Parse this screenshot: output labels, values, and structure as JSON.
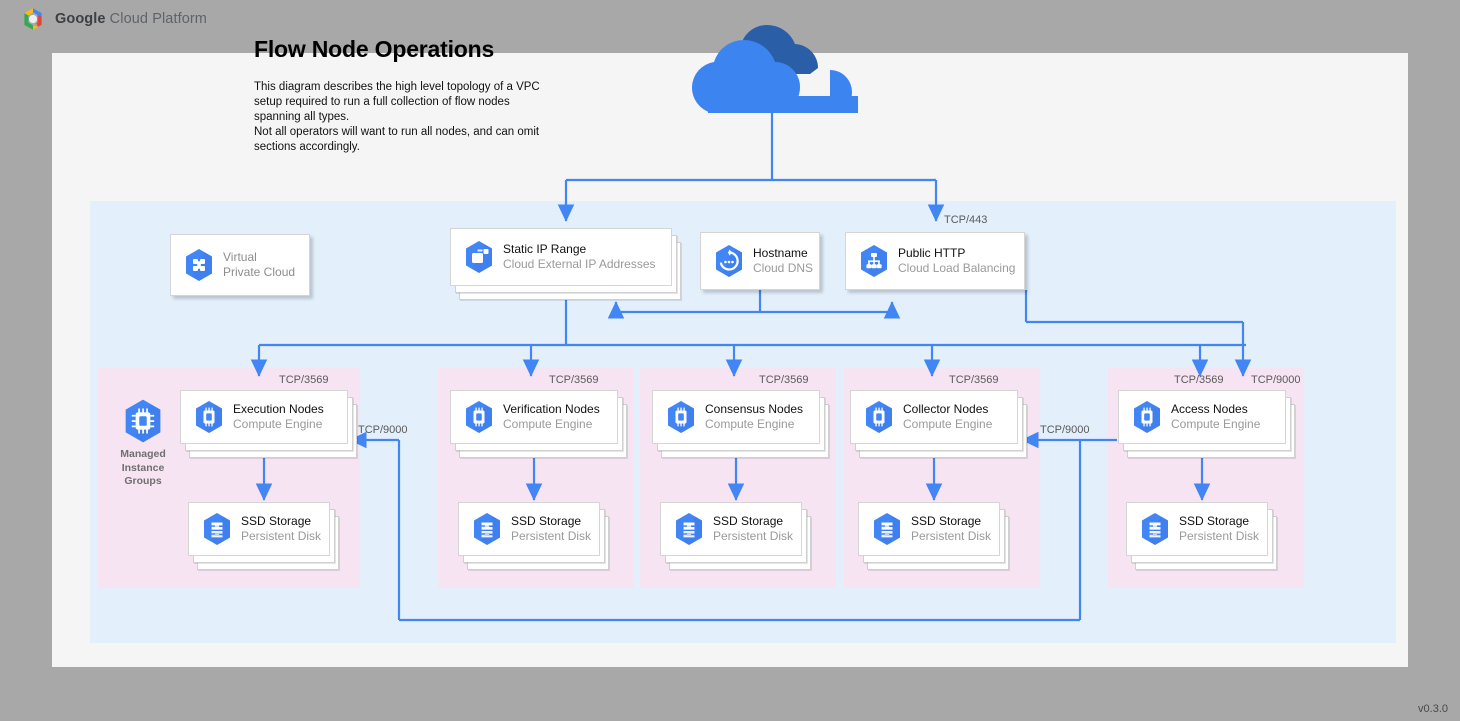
{
  "header": {
    "brand_bold": "Google",
    "brand_rest": " Cloud Platform",
    "logo_icon": "gcp-hexagon-logo"
  },
  "diagram": {
    "title": "Flow Node Operations",
    "description": "This diagram describes the high level topology of a VPC setup required to run a full collection of flow nodes spanning all types.\nNot all operators will want to run all nodes, and can omit sections accordingly.",
    "version": "v0.3.0",
    "internet_cloud_icon": "cloud-icon"
  },
  "colors": {
    "canvas": "#f5f5f5",
    "page_background": "#a8a8a8",
    "vpc_region": "#e3f0fc",
    "node_group": "#f7e4f3",
    "connector": "#4285f4",
    "gcp_icon_blue": "#4285f4",
    "primary_text": "#111111",
    "secondary_text": "#9a9a9a"
  },
  "top_row": [
    {
      "title": "Virtual",
      "title2": "Private Cloud",
      "subtitle": "",
      "icon": "virtual-private-cloud-icon",
      "muted": true
    },
    {
      "title": "Static IP Range",
      "subtitle": "Cloud External IP Addresses",
      "icon": "external-ip-icon",
      "muted": false
    },
    {
      "title": "Hostname",
      "subtitle": "Cloud DNS",
      "icon": "cloud-dns-icon",
      "muted": false
    },
    {
      "title": "Public HTTP",
      "subtitle": "Cloud Load Balancing",
      "icon": "cloud-load-balancing-icon",
      "muted": false
    }
  ],
  "managed_instance_groups": {
    "label": "Managed\nInstance\nGroups",
    "icon": "compute-engine-icon"
  },
  "node_groups": [
    {
      "node": {
        "title": "Execution Nodes",
        "subtitle": "Compute Engine",
        "icon": "compute-engine-icon"
      },
      "storage": {
        "title": "SSD Storage",
        "subtitle": "Persistent Disk",
        "icon": "persistent-disk-icon"
      },
      "ingress_port": "TCP/3569"
    },
    {
      "node": {
        "title": "Verification Nodes",
        "subtitle": "Compute Engine",
        "icon": "compute-engine-icon"
      },
      "storage": {
        "title": "SSD Storage",
        "subtitle": "Persistent Disk",
        "icon": "persistent-disk-icon"
      },
      "ingress_port": "TCP/3569"
    },
    {
      "node": {
        "title": "Consensus Nodes",
        "subtitle": "Compute Engine",
        "icon": "compute-engine-icon"
      },
      "storage": {
        "title": "SSD Storage",
        "subtitle": "Persistent Disk",
        "icon": "persistent-disk-icon"
      },
      "ingress_port": "TCP/3569"
    },
    {
      "node": {
        "title": "Collector Nodes",
        "subtitle": "Compute Engine",
        "icon": "compute-engine-icon"
      },
      "storage": {
        "title": "SSD Storage",
        "subtitle": "Persistent Disk",
        "icon": "persistent-disk-icon"
      },
      "ingress_port": "TCP/3569"
    },
    {
      "node": {
        "title": "Access Nodes",
        "subtitle": "Compute Engine",
        "icon": "compute-engine-icon"
      },
      "storage": {
        "title": "SSD Storage",
        "subtitle": "Persistent Disk",
        "icon": "persistent-disk-icon"
      },
      "ingress_port": "TCP/3569"
    }
  ],
  "edge_labels": {
    "lb_https": "TCP/443",
    "access_extra": "TCP/9000",
    "access_to_collector": "TCP/9000",
    "collector_to_execution": "TCP/9000"
  }
}
